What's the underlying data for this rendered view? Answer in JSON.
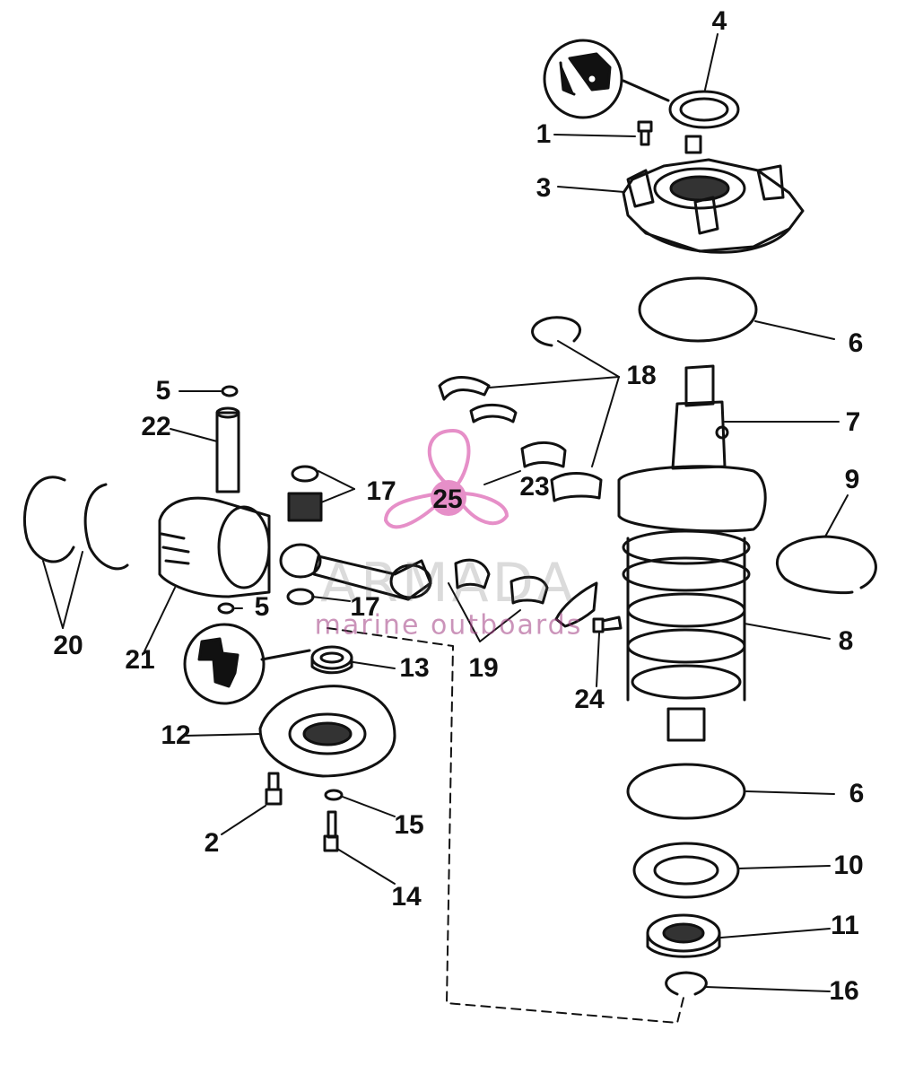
{
  "watermark": {
    "title": "ARMADA",
    "subtitle": "marine outboards",
    "accent": "#e68fc8"
  },
  "labels": {
    "p1": "1",
    "p2": "2",
    "p3": "3",
    "p4": "4",
    "p5a": "5",
    "p5b": "5",
    "p6a": "6",
    "p6b": "6",
    "p7": "7",
    "p8": "8",
    "p9": "9",
    "p10": "10",
    "p11": "11",
    "p12": "12",
    "p13": "13",
    "p14": "14",
    "p15": "15",
    "p16": "16",
    "p17a": "17",
    "p17b": "17",
    "p18": "18",
    "p19": "19",
    "p20": "20",
    "p21": "21",
    "p22": "22",
    "p23": "23",
    "p24": "24",
    "p25": "25"
  }
}
